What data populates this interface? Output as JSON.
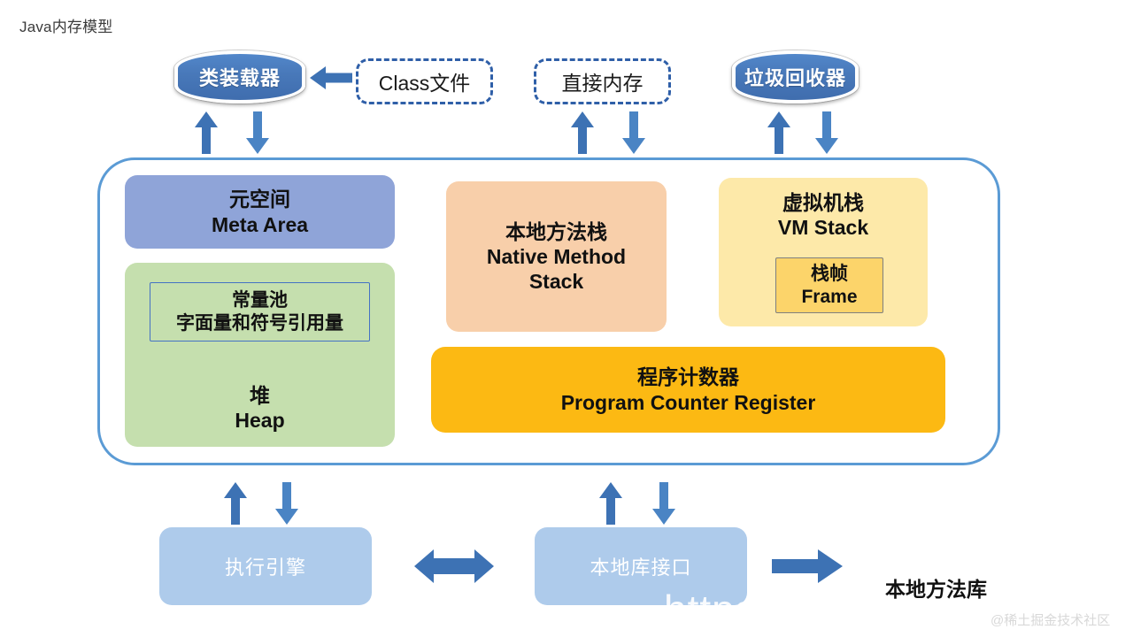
{
  "page": {
    "title": "Java内存模型",
    "background": "#ffffff"
  },
  "colors": {
    "arrow_blue": "#3d72b4",
    "arrow_blue_light": "#4a84c4",
    "container_border": "#5b9bd5",
    "meta_area": "#8fa4d8",
    "heap": "#c5dfae",
    "native_method_stack": "#f8cfaa",
    "vm_stack": "#fde9a9",
    "frame": "#fcd46a",
    "program_counter": "#fcb913",
    "light_blue_box": "#aecbeb",
    "dashed_border": "#2f5fa8",
    "pill_blue": "#4878b9"
  },
  "top_row": {
    "class_loader": {
      "label": "类装载器"
    },
    "class_file": {
      "label": "Class文件"
    },
    "direct_memory": {
      "label": "直接内存"
    },
    "garbage_collector": {
      "label": "垃圾回收器"
    }
  },
  "runtime_area": {
    "meta_area": {
      "cn": "元空间",
      "en": "Meta Area"
    },
    "heap": {
      "cn": "堆",
      "en": "Heap"
    },
    "constant_pool": {
      "cn": "常量池",
      "en": "字面量和符号引用量"
    },
    "native_method_stack": {
      "cn": "本地方法栈",
      "en": "Native Method",
      "en2": "Stack"
    },
    "vm_stack": {
      "cn": "虚拟机栈",
      "en": "VM Stack"
    },
    "frame": {
      "cn": "栈帧",
      "en": "Frame"
    },
    "program_counter": {
      "cn": "程序计数器",
      "en": "Program Counter Register"
    }
  },
  "bottom_row": {
    "execution_engine": {
      "label": "执行引擎"
    },
    "native_interface": {
      "label": "本地库接口"
    },
    "native_library": {
      "label": "本地方法库"
    }
  },
  "arrows": {
    "class_file_to_loader": "arrow-left-icon",
    "loader_up": "arrow-up-icon",
    "loader_down": "arrow-down-icon",
    "direct_memory_up": "arrow-up-icon",
    "direct_memory_down": "arrow-down-icon",
    "gc_up": "arrow-up-icon",
    "gc_down": "arrow-down-icon",
    "engine_up": "arrow-up-icon",
    "engine_down": "arrow-down-icon",
    "interface_up": "arrow-up-icon",
    "interface_down": "arrow-down-icon",
    "engine_to_interface": "arrow-left-right-icon",
    "interface_to_library": "arrow-right-icon"
  },
  "watermarks": {
    "url": "https",
    "brand": "@稀土掘金技术社区"
  }
}
